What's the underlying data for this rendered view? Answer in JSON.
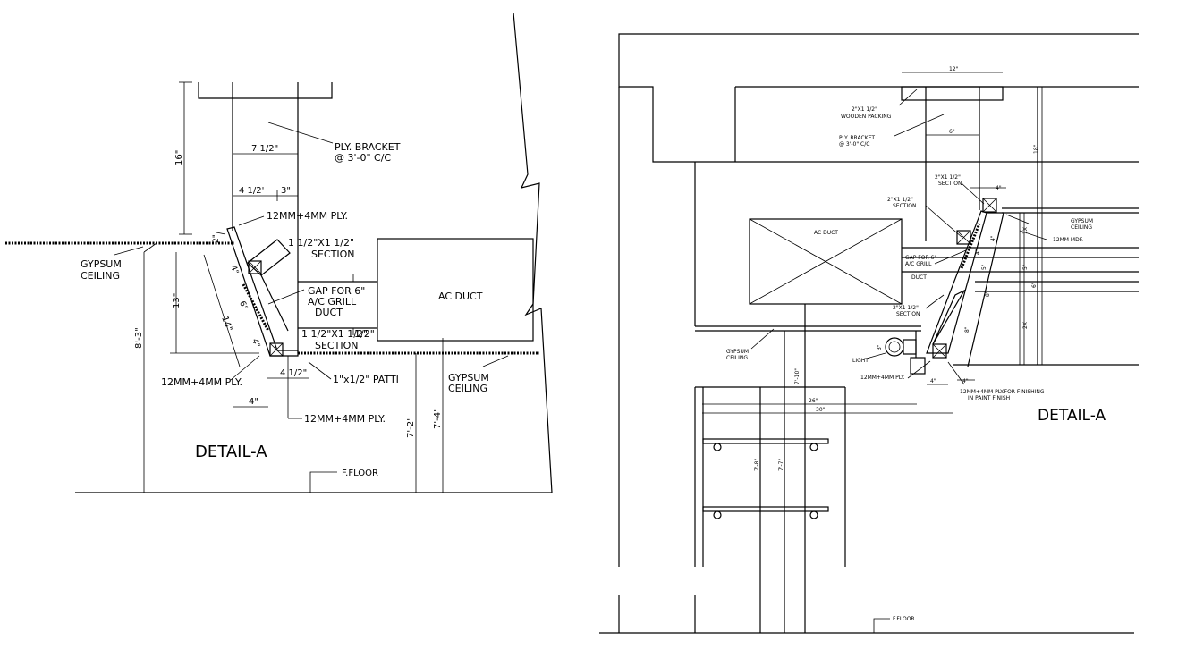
{
  "left": {
    "title": "DETAIL-A",
    "labels": {
      "ply_bracket_1": "PLY. BRACKET",
      "ply_bracket_2": "@ 3'-0\" C/C",
      "ply_top": "12MM+4MM PLY.",
      "section_1a": "1 1/2\"X1 1/2\"",
      "section_1b": "SECTION",
      "gypsum_left_1": "GYPSUM",
      "gypsum_left_2": "CEILING",
      "gap_1": "GAP FOR 6\"",
      "gap_2": "A/C GRILL",
      "gap_3": "DUCT",
      "ac_duct": "AC DUCT",
      "section_2a": "1 1/2\"X1 1/2\"",
      "section_2b": "SECTION",
      "ply_left": "12MM+4MM PLY.",
      "patti": "1\"x1/2\" PATTI",
      "gypsum_right_1": "GYPSUM",
      "gypsum_right_2": "CEILING",
      "ply_bottom": "12MM+4MM PLY.",
      "floor": "F.FLOOR"
    },
    "dims": {
      "d16": "16\"",
      "d7_1_2": "7 1/2\"",
      "d4_1_2_top": "4 1/2'",
      "d3": "3\"",
      "d2": "2\"",
      "d13": "13\"",
      "d8_3": "8'-3\"",
      "d14": "14\"",
      "d4a": "4\"",
      "d6": "6\"",
      "d4b": "4\"",
      "d1_1_2": "1/2\"",
      "d4_1_2_bottom": "4 1/2\"",
      "d4_bottom": "4\"",
      "d7_2": "7'-2\"",
      "d7_4": "7'-4\""
    }
  },
  "right": {
    "title": "DETAIL-A",
    "labels": {
      "wooden_1": "2\"X1 1/2\"",
      "wooden_2": "WOODEN PACKING",
      "bracket_1": "PLY. BRACKET",
      "bracket_2": "@ 3'-0\" C/C",
      "sec_top_1": "2\"X1 1/2\"",
      "sec_top_2": "SECTION",
      "sec_mid_1": "2\"X1 1/2\"",
      "sec_mid_2": "SECTION",
      "ac_duct": "AC DUCT",
      "gypsum_r_1": "GYPSUM",
      "gypsum_r_2": "CEILING",
      "mdf": "12MM MDF.",
      "gap_1": "GAP FOR 6\"",
      "gap_2": "A/C GRILL",
      "gap_3": "DUCT",
      "sec_low_1": "2\"X1 1/2\"",
      "sec_low_2": "SECTION",
      "gypsum_l_1": "GYPSUM",
      "gypsum_l_2": "CEILING",
      "light": "LIGHT",
      "ply_bottom": "12MM+4MM PLY.",
      "ply_finish_1": "12MM+4MM PLY.FOR FINISHING",
      "ply_finish_2": "IN PAINT FINISH",
      "floor": "F.FLOOR"
    },
    "dims": {
      "d12": "12\"",
      "d6": "6\"",
      "d18": "18\"",
      "d4_top": "4\"",
      "d1x": "1X",
      "d2x": "2X",
      "d5a": "5\"",
      "d5b": "5\"",
      "d6b": "6\"",
      "d8": "8\"",
      "d8b": "8\"",
      "d4_r1": "4\"",
      "d4_r2": "4\"",
      "d4_bottom": "4\"",
      "d2_b": "2\"",
      "d4_c": "4\"",
      "d7_10": "7'-10\"",
      "d26": "26\"",
      "d30": "30\"",
      "d7_8": "7'-8\"",
      "d7_7": "7'-7\"",
      "d3": "3\""
    }
  }
}
